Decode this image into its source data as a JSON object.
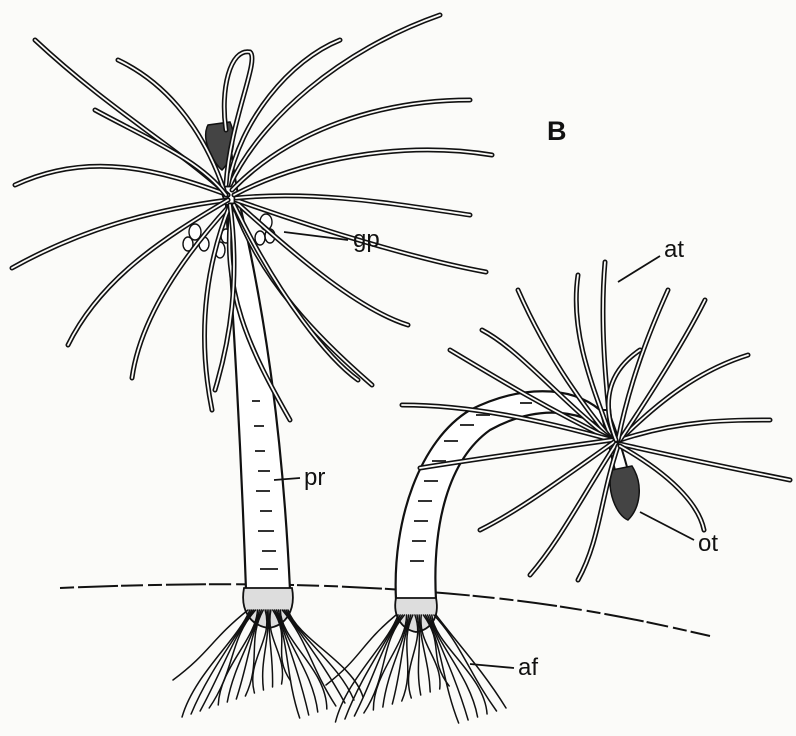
{
  "figure": {
    "panel_letter": "B",
    "labels": {
      "gp": "gp",
      "pr": "pr",
      "at": "at",
      "ot": "ot",
      "af": "af"
    }
  },
  "colors": {
    "ink": "#111111",
    "paper": "#fbfbf9"
  }
}
